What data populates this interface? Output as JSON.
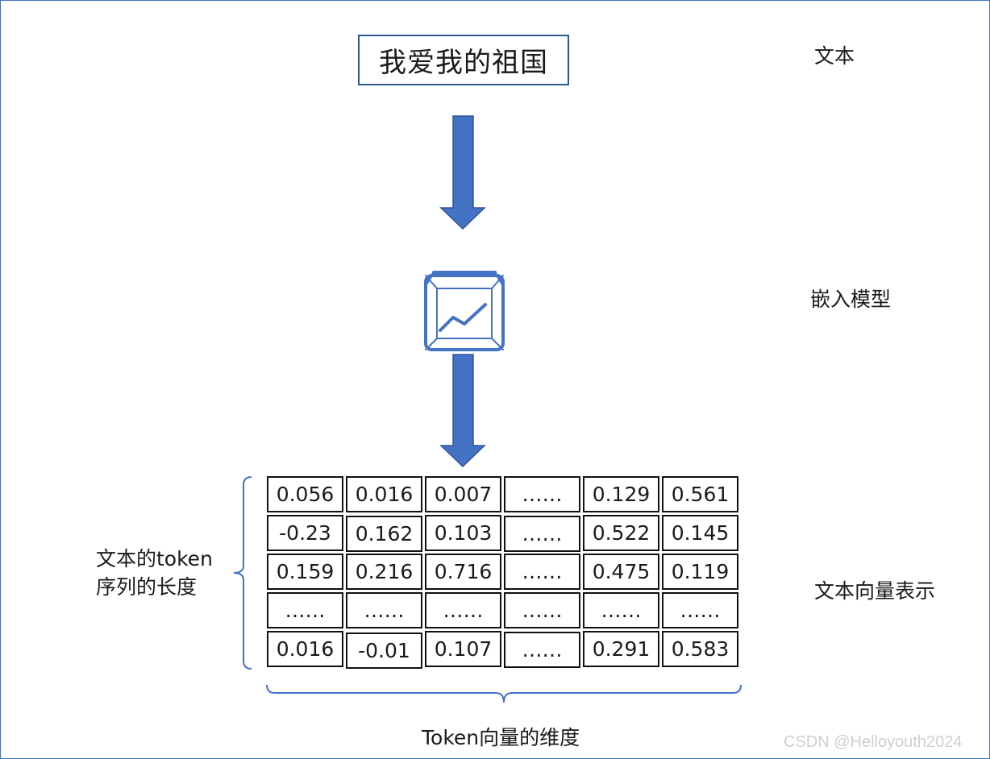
{
  "input_text": "我爱我的祖国",
  "labels": {
    "text": "文本",
    "model": "嵌入模型",
    "vector": "文本向量表示",
    "seq_line1": "文本的token",
    "seq_line2": "序列的长度",
    "dim": "Token向量的维度"
  },
  "matrix": [
    [
      "0.056",
      "0.016",
      "0.007",
      "……",
      "0.129",
      "0.561"
    ],
    [
      "-0.23",
      "0.162",
      "0.103",
      "……",
      "0.522",
      "0.145"
    ],
    [
      "0.159",
      "0.216",
      "0.716",
      "……",
      "0.475",
      "0.119"
    ],
    [
      "……",
      "……",
      "……",
      "……",
      "……",
      "……"
    ],
    [
      "0.016",
      "-0.01",
      "0.107",
      "……",
      "0.291",
      "0.583"
    ]
  ],
  "colors": {
    "arrow": "#4472c4",
    "arrow_edge": "#2f5597",
    "brace": "#4472c4",
    "icon": "#4472c4"
  },
  "icons": {
    "model": "embedding-model-icon"
  },
  "watermark": "CSDN @Helloyouth2024"
}
